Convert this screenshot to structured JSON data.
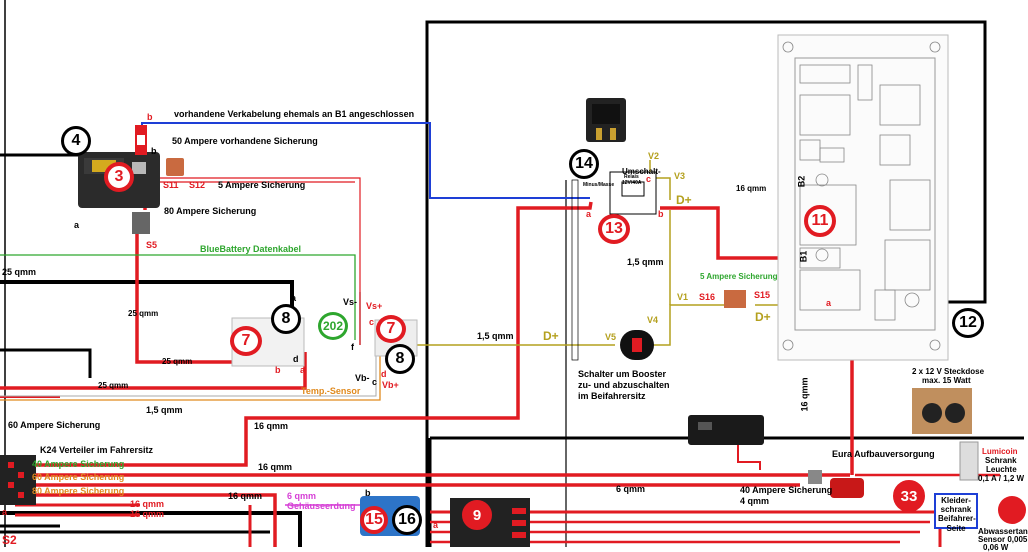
{
  "labels": {
    "cable_b1": "vorhandene Verkabelung ehemals an B1 angeschlossen",
    "fuse_50": "50 Ampere vorhandene Sicherung",
    "fuse_5": "5 Ampere Sicherung",
    "fuse_80": "80 Ampere Sicherung",
    "s11": "S11",
    "s12": "S12",
    "s5": "S5",
    "b_top": "b",
    "b_mid": "b",
    "a_left": "a",
    "bluebattery": "BlueBattery Datenkabel",
    "qmm_25_left": "25 qmm",
    "qmm_25_v": "25 qmm",
    "qmm_25_h": "25 qmm",
    "qmm_25_h2": "25 qmm",
    "qmm_15_mid": "1,5 qmm",
    "qmm_16_mid": "16 qmm",
    "qmm_16_low": "16 qmm",
    "qmm_16_v": "16 qmm",
    "qmm_16_top": "16 qmm",
    "qmm_15_right": "1,5 qmm",
    "qmm_15_dplus": "1,5 qmm",
    "qmm_6": "6 qmm",
    "qmm_4": "4 qmm",
    "qmm_16_r1": "16 qmm",
    "qmm_16_r2": "16 qmm",
    "qmm_16_r3": "16 qmm",
    "qmm_6_mag": "6 qmm",
    "gehaeuse": "Gehäuseerdung",
    "fuse_60": "60 Ampere Sicherung",
    "k24": "K24 Verteiler im Fahrersitz",
    "fuse_40_list": "40 Ampere Sicherung",
    "fuse_60_list": "60 Ampere Sicherung",
    "fuse_80_list": "80 Ampere Sicherung",
    "s2": "S2",
    "a_bl": "a",
    "vs_minus": "Vs-",
    "vs_plus": "Vs+",
    "vb_minus": "Vb-",
    "vb_plus": "Vb+",
    "c": "c",
    "f": "f",
    "d": "d",
    "d2": "d",
    "a_pin": "a",
    "b_pin": "b",
    "temp_sensor": "Temp.-Sensor",
    "dplus_left": "D+",
    "v5": "V5",
    "v4": "V4",
    "v1": "V1",
    "v2": "V2",
    "v3": "V3",
    "dplus_top": "D+",
    "dplus_right": "D+",
    "s16": "S16",
    "s15": "S15",
    "fuse_5_right": "5 Ampere Sicherung",
    "a_right": "a",
    "relay_c": "c",
    "relay_b": "b",
    "relay_a": "a",
    "switch_text_1": "Schalter um Booster",
    "switch_text_2": "zu- und abzuschalten",
    "switch_text_3": "im Beifahrersitz",
    "relay_title": "Umschalt-",
    "relay_title2": "Relais",
    "relay_title3": "12V/40A",
    "minus_masse": "Minus/Masse",
    "b2": "B2",
    "b1": "B1",
    "eura": "Eura Aufbauversorgung",
    "fuse_40_right": "40 Ampere Sicherung",
    "steckdose_1": "2 x 12 V Steckdose",
    "steckdose_2": "max. 15 Watt",
    "lumicoin_1": "Lumicoin",
    "lumicoin_2": "Schrank",
    "lumicoin_3": "Leuchte",
    "lumicoin_4": "0,1 A / 1,2 W",
    "kleider": "Kleider-\nschrank\nBeifahrer-\nSeite",
    "abwasser_1": "Abwassertan",
    "abwasser_2": "Sensor 0,005",
    "abwasser_3": "0,06 W",
    "b_15": "b",
    "a_9": "a"
  },
  "markers": {
    "m4": "4",
    "m3": "3",
    "m7a": "7",
    "m8a": "8",
    "m202": "202",
    "m7b": "7",
    "m8b": "8",
    "m14": "14",
    "m13": "13",
    "m11": "11",
    "m12": "12",
    "m9": "9",
    "m15": "15",
    "m16": "16",
    "m33": "33"
  },
  "colors": {
    "positive": "#e11b22",
    "ground": "#000000",
    "data": "#2ea62e",
    "dplus": "#b4a01e",
    "cable_b1": "#1e3fd6",
    "temp": "#e08a1e"
  }
}
